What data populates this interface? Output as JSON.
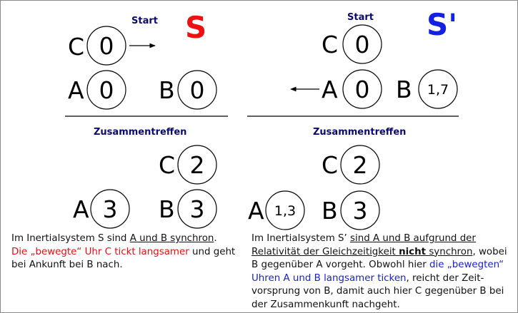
{
  "left": {
    "start_label": "Start",
    "frame_label": "S",
    "meeting_label": "Zusammentreffen",
    "before": {
      "C": {
        "letter": "C",
        "value": "0"
      },
      "A": {
        "letter": "A",
        "value": "0"
      },
      "B": {
        "letter": "B",
        "value": "0"
      }
    },
    "after": {
      "C": {
        "letter": "C",
        "value": "2"
      },
      "A": {
        "letter": "A",
        "value": "3"
      },
      "B": {
        "letter": "B",
        "value": "3"
      }
    },
    "caption": {
      "t1": "Im Inertialsystem S sind ",
      "t2": "A und B synchron",
      "t3": ".",
      "t4": "Die „bewegte“ Uhr C tickt langsamer",
      "t5": " und geht bei Ankunft bei B nach."
    }
  },
  "right": {
    "start_label": "Start",
    "frame_label": "S'",
    "meeting_label": "Zusammentreffen",
    "before": {
      "C": {
        "letter": "C",
        "value": "0"
      },
      "A": {
        "letter": "A",
        "value": "0"
      },
      "B": {
        "letter": "B",
        "value": "1,7"
      }
    },
    "after": {
      "C": {
        "letter": "C",
        "value": "2"
      },
      "A": {
        "letter": "A",
        "value": "1,3"
      },
      "B": {
        "letter": "B",
        "value": "3"
      }
    },
    "caption": {
      "t1": "Im Inertialsystem S’ ",
      "t2": "sind A und B aufgrund der Relativität der Gleichzeitigkeit ",
      "t3": "nicht",
      "t4": " synchron",
      "t5": ", wobei B gegenüber A vorgeht. Obwohl hier ",
      "t6": "die „bewegten“ Uhren A und B langsamer ticken",
      "t7": ", reicht der Zeit-vorsprung von B, damit auch hier C gegenüber B bei der Zusammenkunft nachgeht."
    }
  }
}
